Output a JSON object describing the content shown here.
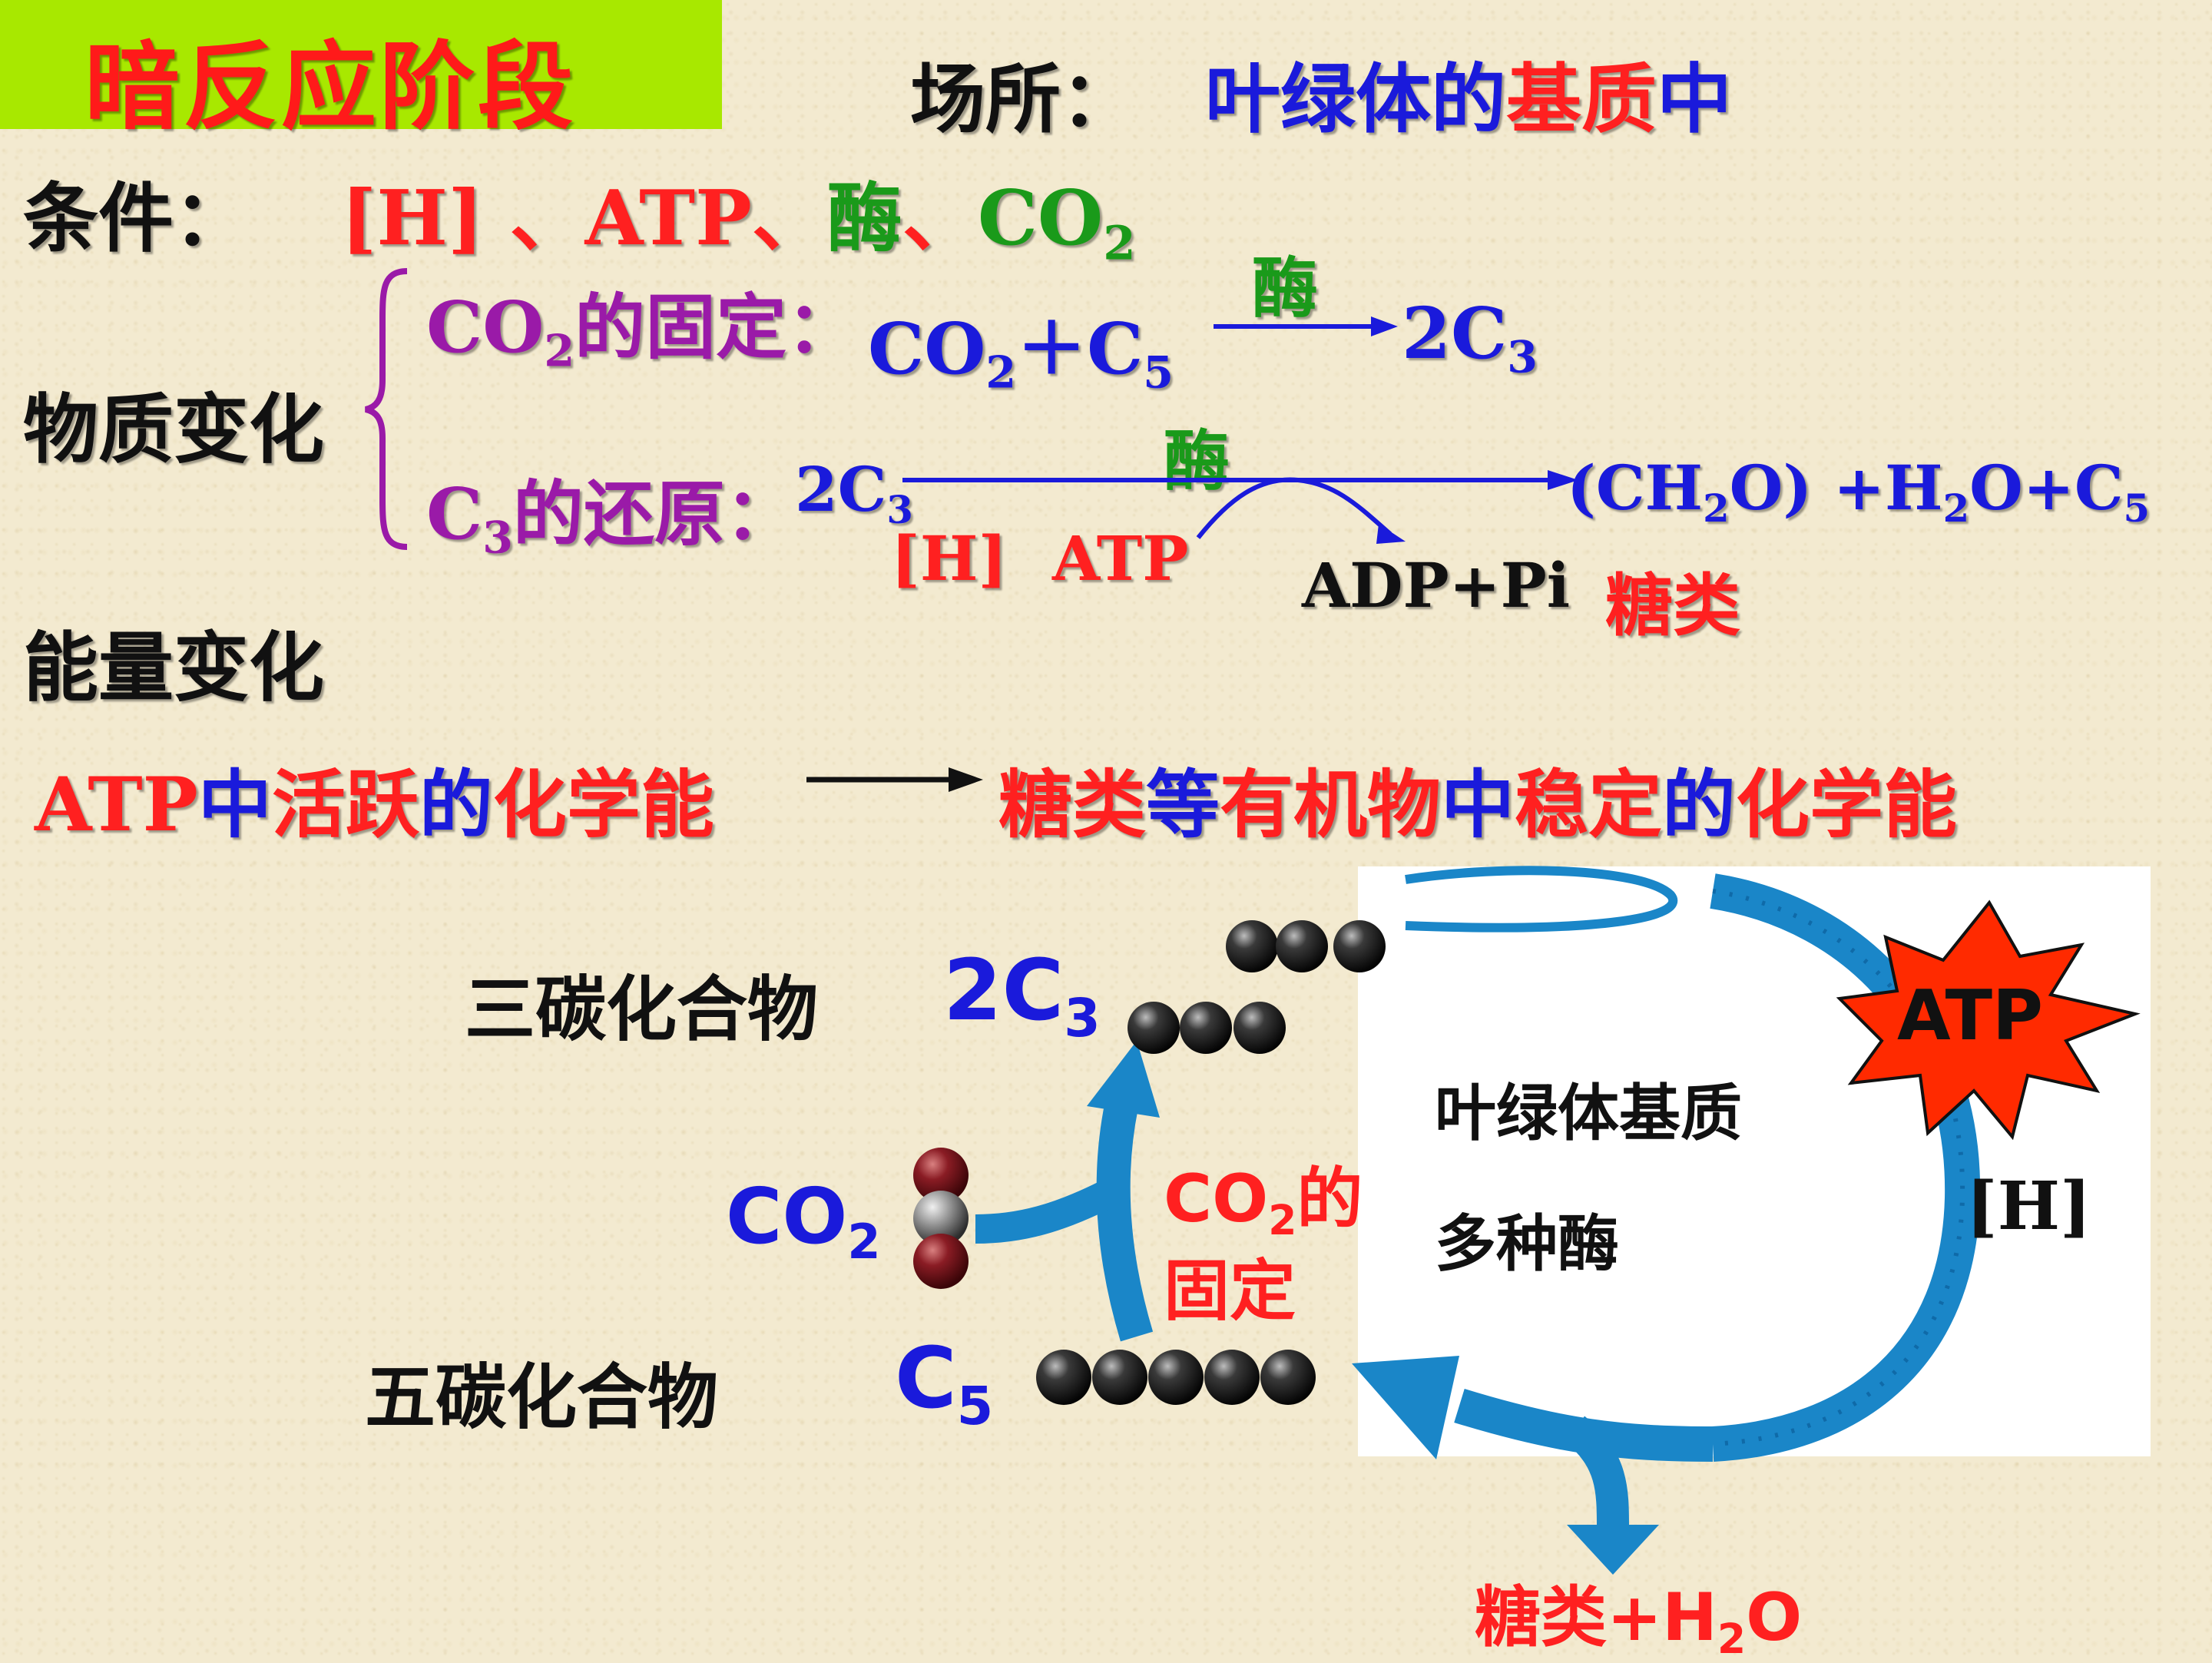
{
  "header": {
    "title": "暗反应阶段",
    "location_label": "场所：",
    "location_part1": "叶绿体的",
    "location_part2": "基质",
    "location_part3": "中"
  },
  "conditions": {
    "label": "条件：",
    "h": "[H]",
    "sep1": " 、",
    "atp": "ATP",
    "sep2": "、",
    "enzyme": "酶",
    "sep3": "、",
    "co2": "CO",
    "co2_sub": "2"
  },
  "material": {
    "label": "物质变化",
    "fixation_label_a": "CO",
    "fixation_label_sub": "2",
    "fixation_label_b": "的固定：",
    "fixation_eq_a": "CO",
    "fixation_eq_sub1": "2",
    "fixation_eq_b": "＋C",
    "fixation_eq_sub2": "5",
    "fixation_enzyme": "酶",
    "fixation_product": "2C",
    "fixation_product_sub": "3",
    "reduction_label_a": "C",
    "reduction_label_sub": "3",
    "reduction_label_b": "的还原：",
    "reduction_reactant": "2C",
    "reduction_reactant_sub": "3",
    "reduction_enzyme": "酶",
    "reduction_product_a": "(CH",
    "reduction_product_sub1": "2",
    "reduction_product_b": "O) +H",
    "reduction_product_sub2": "2",
    "reduction_product_c": "O+C",
    "reduction_product_sub3": "5",
    "h_label": "[H]",
    "atp_label": "ATP",
    "adp_label": "ADP+Pi",
    "sugar_label": "糖类"
  },
  "energy": {
    "label": "能量变化",
    "from_a": "ATP",
    "from_b": "中",
    "from_c": "活跃",
    "from_d": "的",
    "from_e": "化学能",
    "to_a": "糖类",
    "to_b": "等",
    "to_c": "有机物",
    "to_d": "中",
    "to_e": "稳定",
    "to_f": "的",
    "to_g": "化学能"
  },
  "diagram": {
    "c3_label": "三碳化合物",
    "c3_formula": "2C",
    "c3_sub": "3",
    "c5_label": "五碳化合物",
    "c5_formula": "C",
    "c5_sub": "5",
    "co2_formula": "CO",
    "co2_sub": "2",
    "fixation_a": "CO",
    "fixation_sub": "2",
    "fixation_b": "的",
    "fixation_c": "固定",
    "stroma": "叶绿体基质",
    "enzymes": "多种酶",
    "atp": "ATP",
    "h": "[H]",
    "output_a": "糖类+H",
    "output_sub": "2",
    "output_b": "O"
  },
  "colors": {
    "title_bg": "#a8e800",
    "red": "#ff2020",
    "blue": "#1a1adb",
    "green": "#1a9a1a",
    "purple": "#9a1aa8",
    "cycle_arrow": "#1a86c8",
    "atp_star": "#ff2a00"
  }
}
